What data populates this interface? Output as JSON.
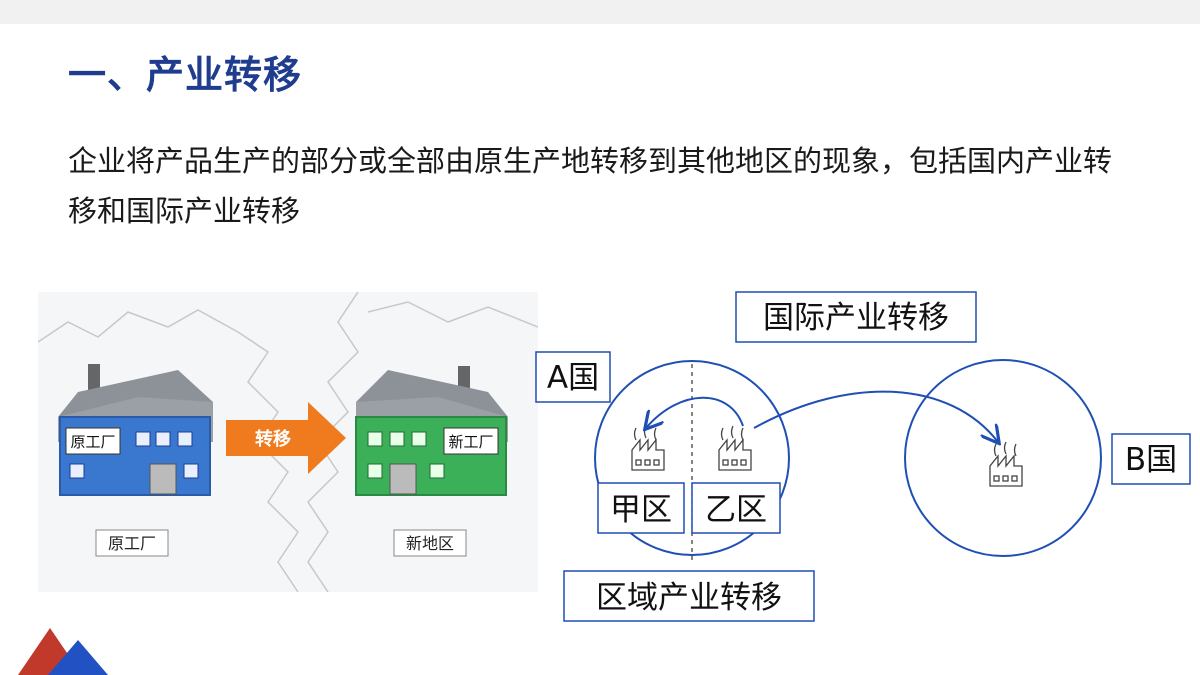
{
  "slide": {
    "title": "一、产业转移",
    "definition": "企业将产品生产的部分或全部由原生产地转移到其他地区的现象，包括国内产业转移和国际产业转移"
  },
  "illustration": {
    "old_factory_sign": "原工厂",
    "new_factory_sign": "新工厂",
    "arrow_label": "转移",
    "old_region_label": "原工厂",
    "new_region_label": "新地区",
    "colors": {
      "old_factory": "#3a78d0",
      "new_factory": "#3cb059",
      "arrow": "#f07a1e"
    }
  },
  "diagram": {
    "international_label": "国际产业转移",
    "regional_label": "区域产业转移",
    "country_a": "A国",
    "country_b": "B国",
    "zone_jia": "甲区",
    "zone_yi": "乙区",
    "colors": {
      "circle": "#1f4fb4",
      "arrow": "#1f4fb4"
    }
  }
}
